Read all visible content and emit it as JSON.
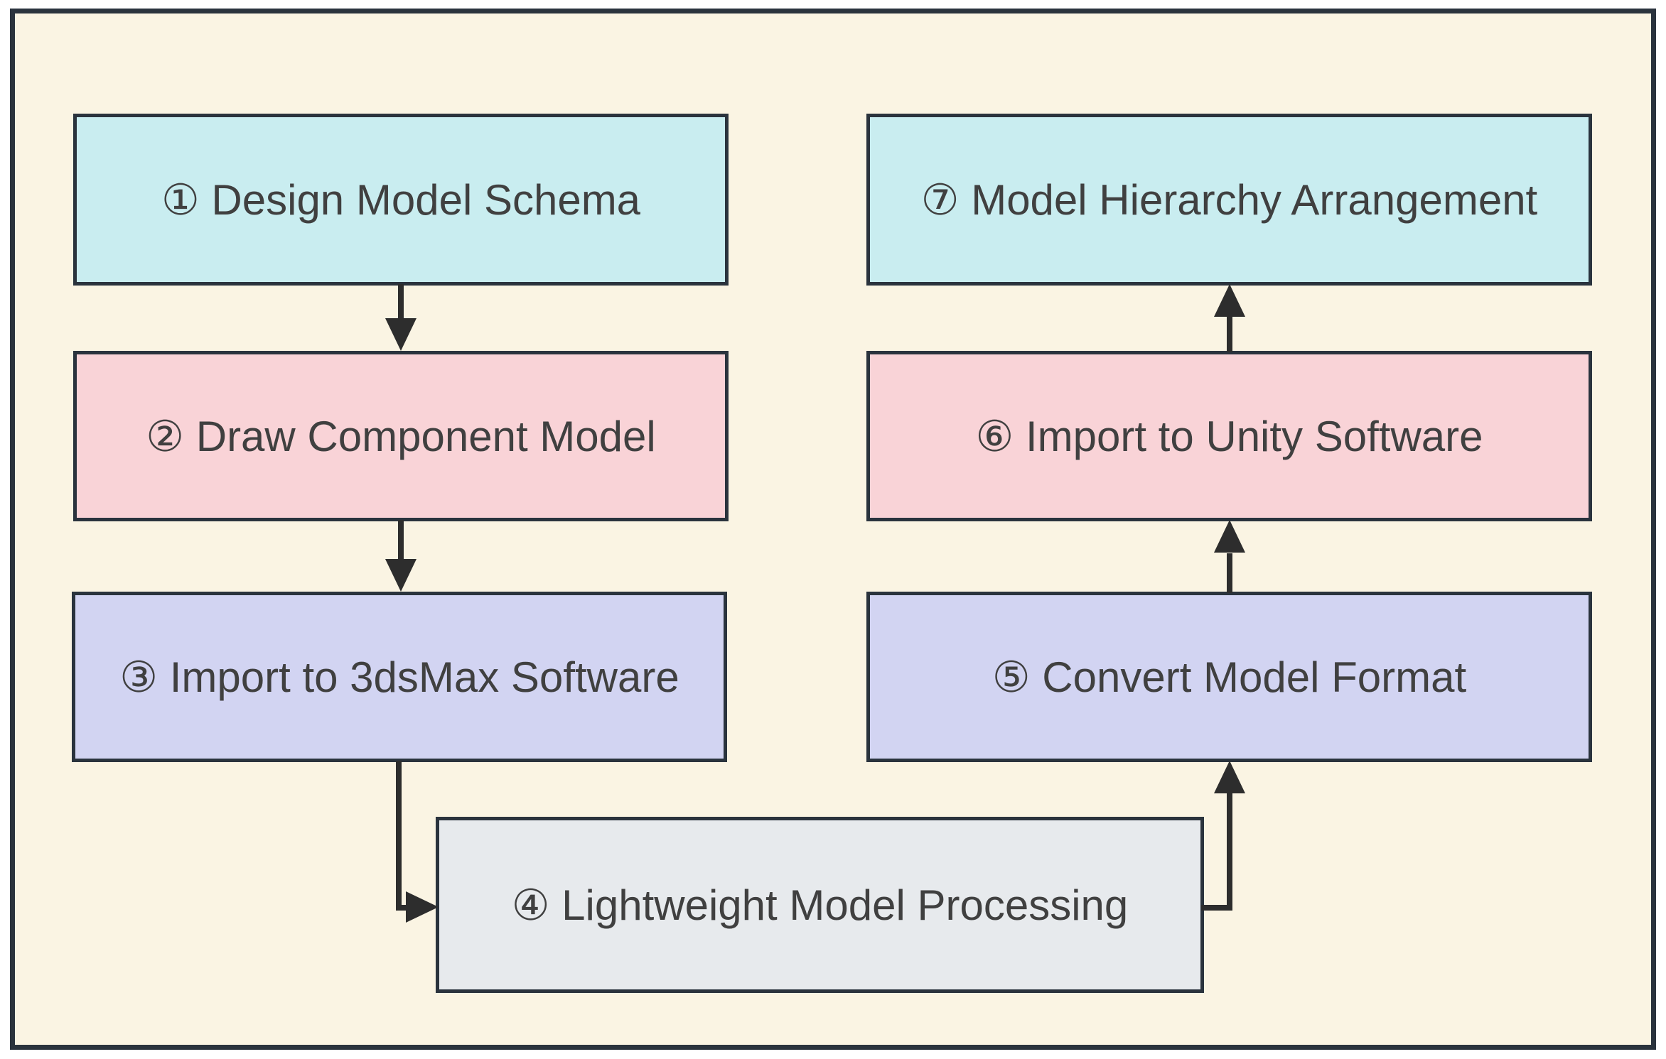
{
  "diagram": {
    "steps": [
      {
        "num": "①",
        "label": "① Design Model Schema",
        "fill": "cyan"
      },
      {
        "num": "②",
        "label": "② Draw Component Model",
        "fill": "pink"
      },
      {
        "num": "③",
        "label": "③ Import to 3dsMax Software",
        "fill": "lavender"
      },
      {
        "num": "④",
        "label": "④ Lightweight Model Processing",
        "fill": "gray"
      },
      {
        "num": "⑤",
        "label": "⑤ Convert Model Format",
        "fill": "lavender"
      },
      {
        "num": "⑥",
        "label": "⑥ Import to Unity Software",
        "fill": "pink"
      },
      {
        "num": "⑦",
        "label": "⑦ Model Hierarchy Arrangement",
        "fill": "cyan"
      }
    ],
    "flow": [
      {
        "from": "1",
        "to": "2",
        "shape": "straight-down"
      },
      {
        "from": "2",
        "to": "3",
        "shape": "straight-down"
      },
      {
        "from": "3",
        "to": "4",
        "shape": "elbow-down-right"
      },
      {
        "from": "4",
        "to": "5",
        "shape": "elbow-right-up"
      },
      {
        "from": "5",
        "to": "6",
        "shape": "straight-up"
      },
      {
        "from": "6",
        "to": "7",
        "shape": "straight-up"
      }
    ]
  },
  "colors": {
    "page": "#ffffff",
    "canvas": "#faf4e3",
    "frame": "#2a333d",
    "box_border": "#2a333d",
    "arrow": "#2d2d2d",
    "text": "#404040",
    "cyan": "#c9edf0",
    "pink": "#f9d3d7",
    "lavender": "#d2d4f2",
    "gray": "#e7eaed"
  }
}
